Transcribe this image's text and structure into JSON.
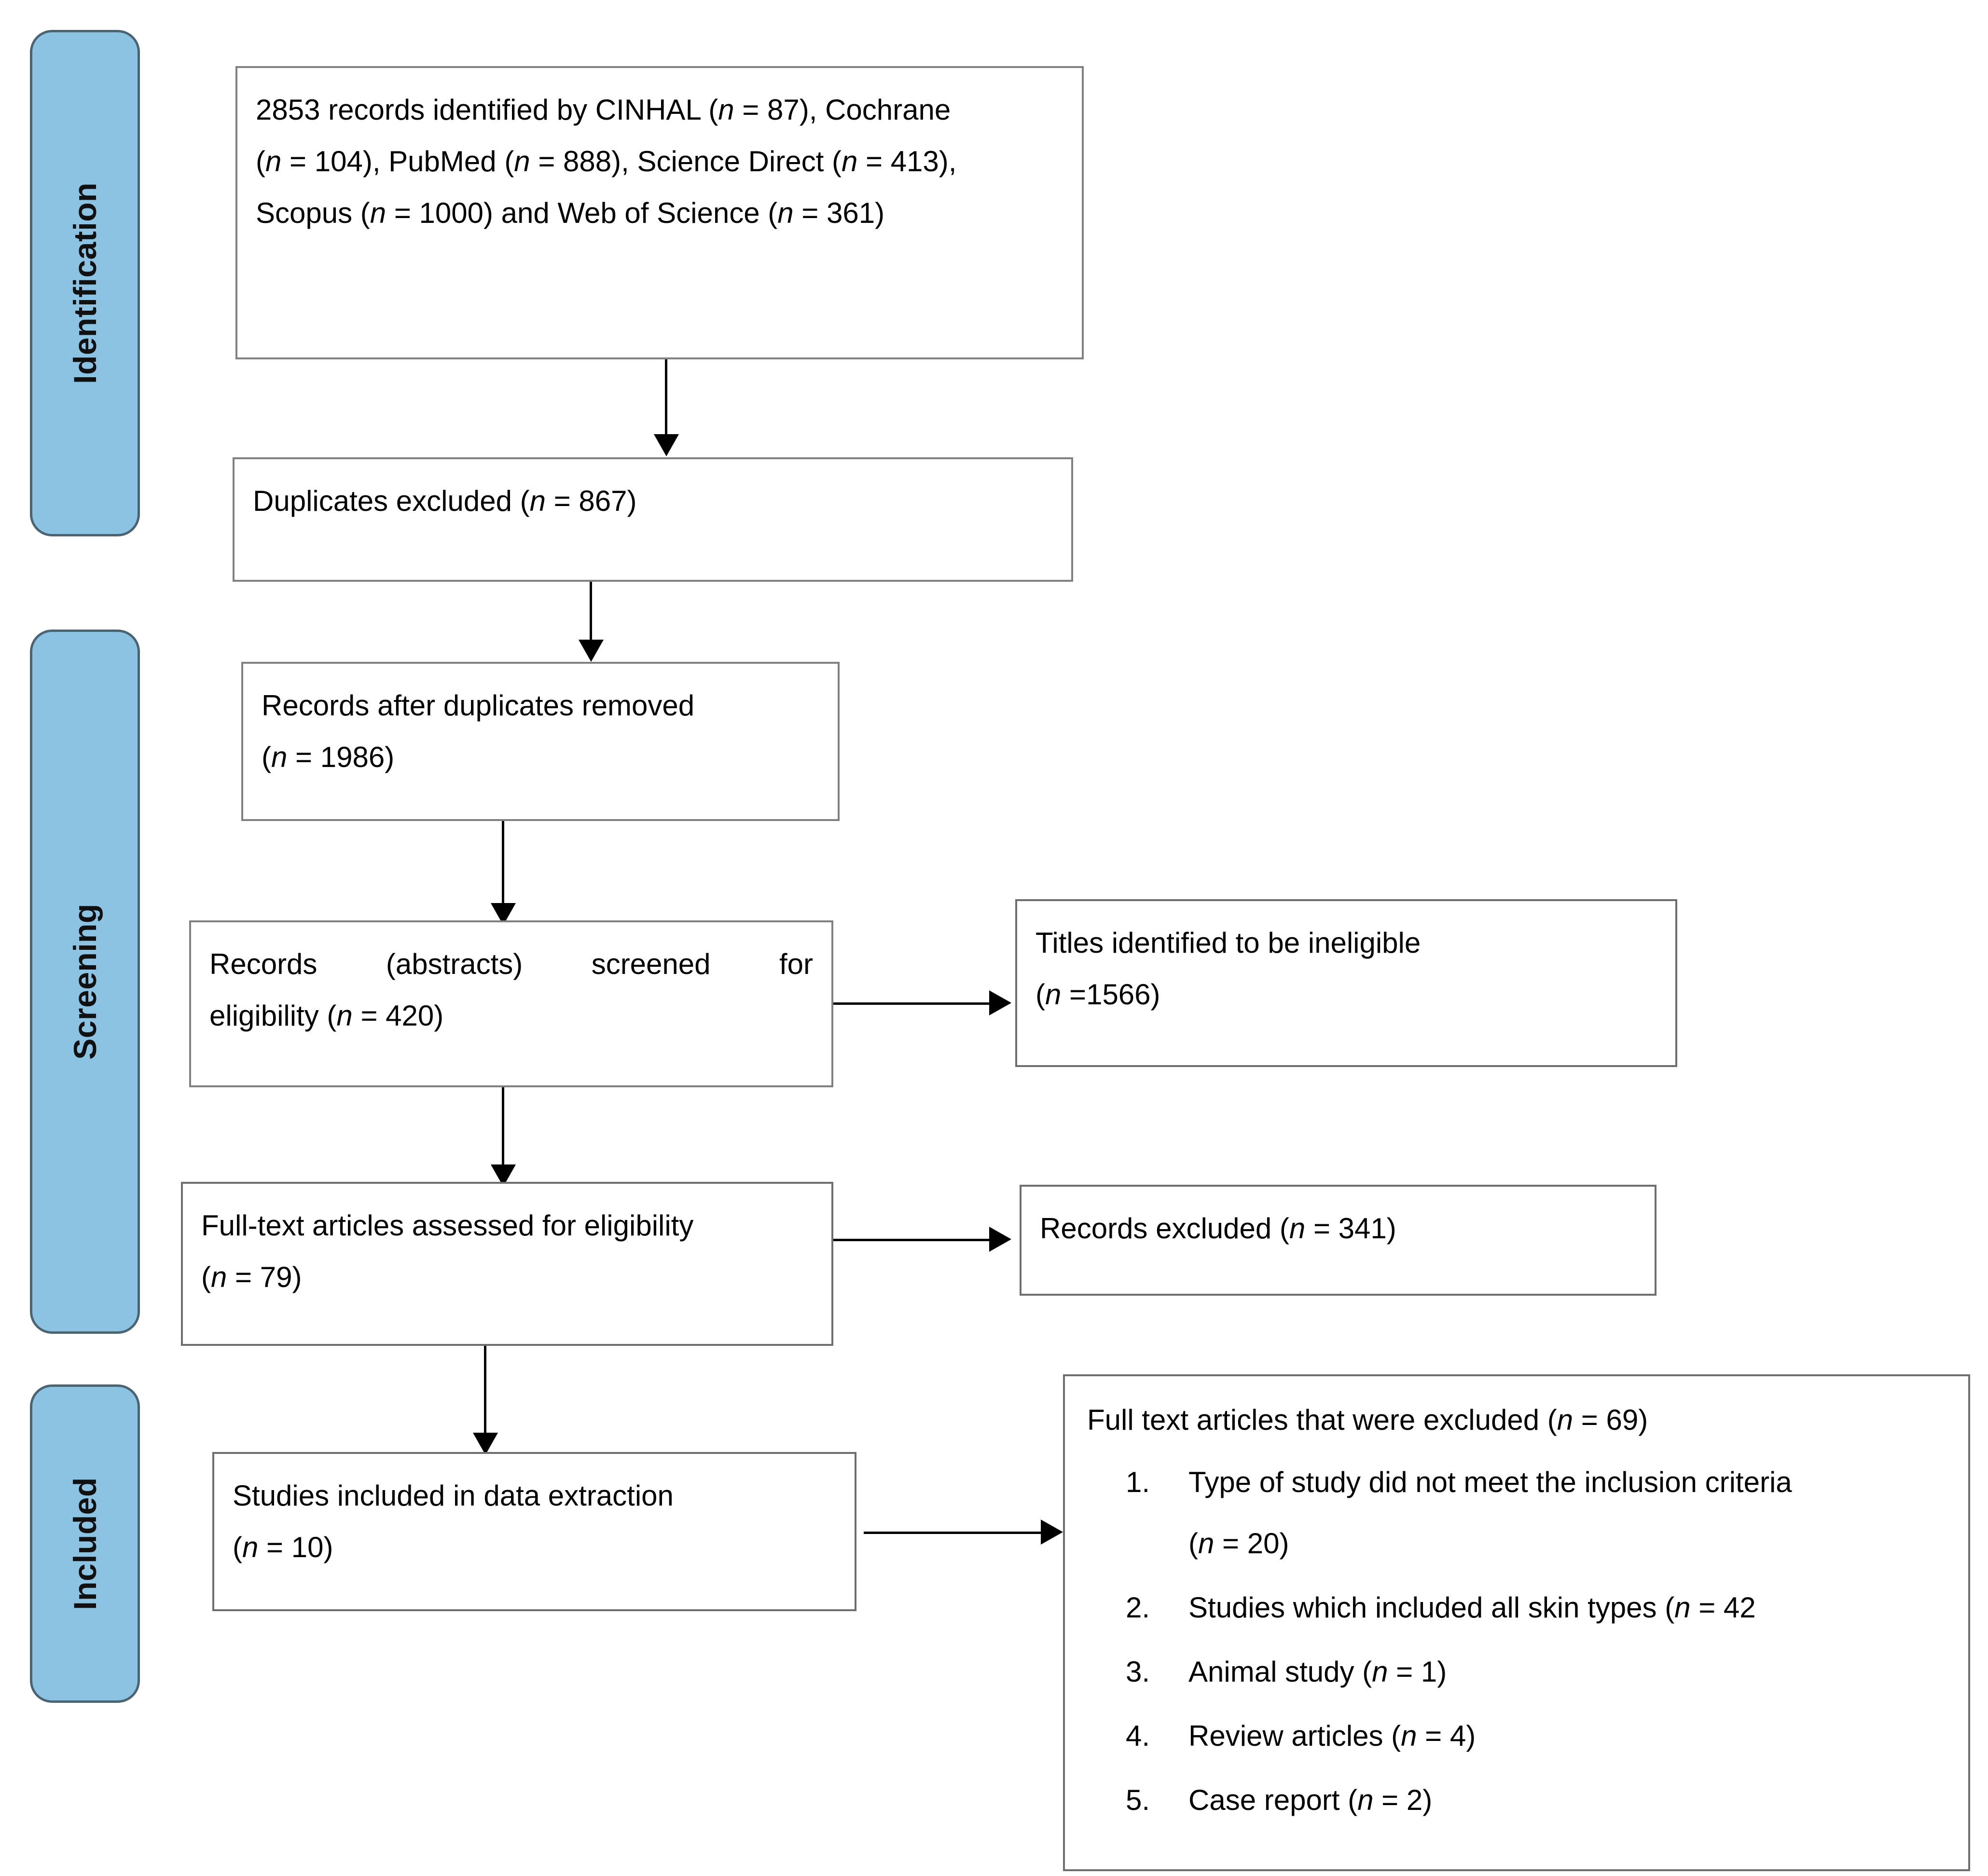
{
  "diagram": {
    "type": "prisma-flow-diagram",
    "colors": {
      "phase_bar_fill": "#8CC3E3",
      "phase_bar_border": "#4A6472",
      "box_border": "#808080",
      "connector": "#000000",
      "background": "#FFFFFF",
      "text": "#000000"
    }
  },
  "phases": [
    {
      "id": "identification",
      "label": "Identification"
    },
    {
      "id": "screening",
      "label": "Screening"
    },
    {
      "id": "included",
      "label": "Included"
    }
  ],
  "boxes": {
    "records_identified": {
      "id": "records-identified",
      "line1_a": "2853 records identified by CINHAL (",
      "line1_n": "n",
      "line1_b": " = 87), Cochrane",
      "line2_n": "n",
      "line2_a": " = 104), PubMed (",
      "line2_n2": "n",
      "line2_b": " = 888), Science Direct (",
      "line2_n3": "n",
      "line2_c": " = 413),",
      "line3_a": "Scopus (",
      "line3_n": "n",
      "line3_b": " = 1000) and Web of Science (",
      "line3_n2": "n",
      "line3_c": " = 361)",
      "plain_text": "2853 records identified by CINHAL (n = 87), Cochrane (n = 104), PubMed (n = 888), Science Direct (n = 413), Scopus (n = 1000) and Web of Science (n = 361)"
    },
    "duplicates_excluded": {
      "id": "duplicates-excluded",
      "text_a": "Duplicates excluded (",
      "text_n": "n",
      "text_b": " = 867)",
      "plain_text": "Duplicates excluded (n = 867)"
    },
    "records_after_duplicates": {
      "id": "records-after-duplicates-removed",
      "line1": " Records after duplicates removed",
      "line2_a": "(",
      "line2_n": "n",
      "line2_b": " = 1986)",
      "plain_text": "Records after duplicates removed (n = 1986)"
    },
    "records_screened": {
      "id": "records-abstracts-screened",
      "line1": "Records (abstracts) screened for",
      "line2_a": "eligibility (",
      "line2_n": "n",
      "line2_b": " = 420)",
      "plain_text": "Records (abstracts) screened for eligibility (n = 420)"
    },
    "titles_ineligible": {
      "id": "titles-identified-ineligible",
      "line1": "Titles identified to be ineligible",
      "line2_a": "(",
      "line2_n": "n",
      "line2_b": " =1566)",
      "plain_text": "Titles identified to be ineligible (n =1566)"
    },
    "fulltext_assessed": {
      "id": "full-text-articles-assessed",
      "line1": "Full-text articles assessed for eligibility",
      "line2_a": "(",
      "line2_n": "n",
      "line2_b": " = 79)",
      "plain_text": "Full-text articles assessed for eligibility (n = 79)"
    },
    "records_excluded": {
      "id": "records-excluded",
      "text_a": "Records excluded (",
      "text_n": "n",
      "text_b": " = 341)",
      "plain_text": "Records excluded (n = 341)"
    },
    "studies_included": {
      "id": "studies-included-data-extraction",
      "line1": "Studies included in data extraction",
      "line2_a": "(",
      "line2_n": "n",
      "line2_b": " = 10)",
      "plain_text": "Studies included in data extraction (n = 10)"
    },
    "fulltext_excluded": {
      "id": "full-text-articles-excluded",
      "lead_a": "Full text articles that were excluded (",
      "lead_n": "n",
      "lead_b": " = 69)",
      "lead_plain": "Full text articles that were excluded (n = 69)",
      "items": [
        {
          "num": "1.",
          "text": "Type of study did not meet the inclusion criteria",
          "sub_a": "(",
          "sub_n": "n",
          "sub_b": " = 20)",
          "plain_text": "Type of study did not meet the inclusion criteria (n = 20)"
        },
        {
          "num": "2.",
          "text_a": "Studies which included all skin types (",
          "text_n": "n",
          "text_b": " = 42",
          "plain_text": "Studies which included all skin types (n = 42"
        },
        {
          "num": "3.",
          "text_a": "Animal study (",
          "text_n": "n",
          "text_b": " = 1)",
          "plain_text": "Animal study (n = 1)"
        },
        {
          "num": "4.",
          "text_a": "Review articles (",
          "text_n": "n",
          "text_b": " = 4)",
          "plain_text": "Review articles (n = 4)"
        },
        {
          "num": "5.",
          "text_a": "Case report (",
          "text_n": "n",
          "text_b": " = 2)",
          "plain_text": "Case report (n = 2)"
        }
      ]
    }
  }
}
